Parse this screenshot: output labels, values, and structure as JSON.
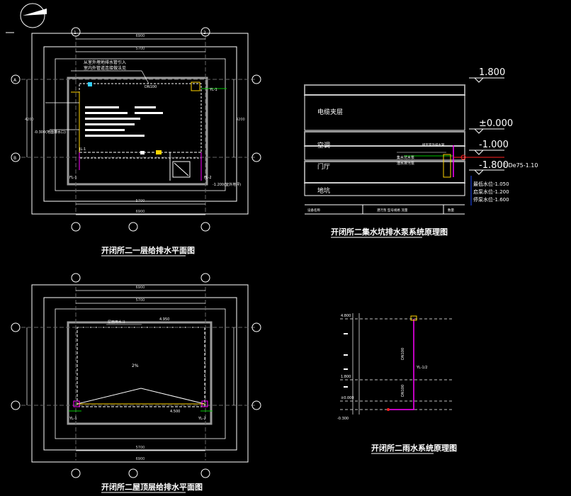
{
  "colors": {
    "background": "#000000",
    "line_white": "#ffffff",
    "line_gray": "#9a9a9a",
    "cyan": "#35d0ff",
    "yellow": "#ffd400",
    "green": "#00c800",
    "magenta": "#ff00ff",
    "red": "#ff2020",
    "blue": "#1e4cff"
  },
  "drawings": {
    "plan1": {
      "title": "开闭所二一层给排水平面图",
      "dims": {
        "top_total": "6900",
        "top_inner": "5700",
        "bottom_total": "6900",
        "bottom_inner": "5700",
        "left_total": "4200",
        "right_total": "4200"
      },
      "notes": [
        "从室外埋地排水管引入",
        "室内外管道连接做法见",
        "JL-1",
        "DN100",
        "-0.300(地面排水口)",
        "-1.200(室外地坪)"
      ],
      "axis_labels": [
        "1",
        "2",
        "A",
        "B"
      ],
      "tags": [
        "FL-1",
        "FL-2",
        "YL-1"
      ]
    },
    "section": {
      "title": "开闭所二集水坑排水泵系统原理图",
      "levels": [
        "1.800",
        "±0.000",
        "-1.000",
        "-1.800"
      ],
      "rooms": [
        "电缆夹层",
        "空调",
        "门厅",
        "地坑"
      ],
      "notes": [
        "集水坑水泵",
        "潜水排污泵",
        "接至室外排水管",
        "F-De75-1.10"
      ],
      "levels_side": [
        "最低水位-1.050",
        "启泵水位-1.200",
        "停泵水位-1.600"
      ],
      "table": [
        "设备名称",
        "潜污泵 型号规格 流量",
        "数量"
      ]
    },
    "plan2": {
      "title": "开闭所二屋顶层给排水平面图",
      "dims": {
        "top_total": "6900",
        "top_inner": "5700",
        "bottom_total": "6900",
        "bottom_inner": "5700"
      },
      "notes": [
        "屋面雨水斗",
        "4.950",
        "2%",
        "4.500"
      ],
      "tags": [
        "YL-1",
        "YL-2"
      ]
    },
    "rain": {
      "title": "开闭所二雨水系统原理图",
      "levels": [
        "4.800",
        "1.800",
        "±0.000",
        "-0.300"
      ],
      "tags": [
        "YL-1/2",
        "DN100",
        "DN100"
      ]
    }
  }
}
